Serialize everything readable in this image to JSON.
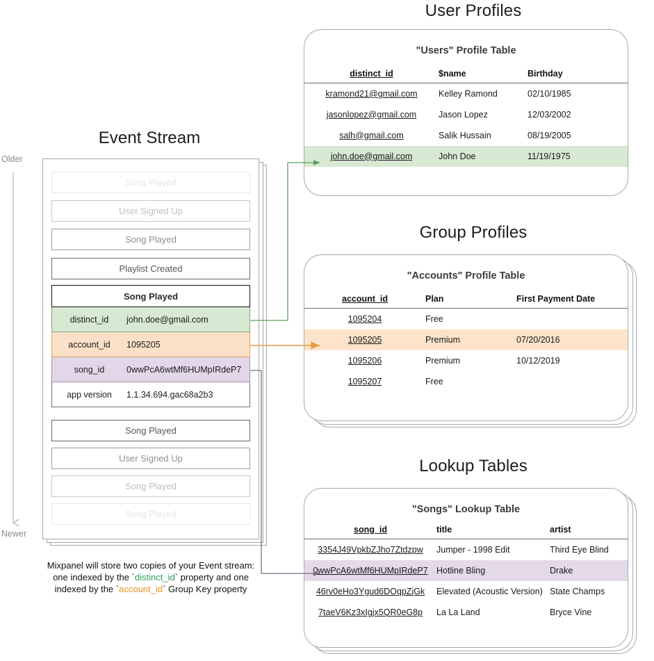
{
  "sections": {
    "user_profiles_title": "User Profiles",
    "group_profiles_title": "Group Profiles",
    "lookup_tables_title": "Lookup Tables",
    "event_stream_title": "Event Stream"
  },
  "axis": {
    "older": "Older",
    "newer": "Newer"
  },
  "caption": {
    "line1": "Mixpanel will store two copies of your Event stream:",
    "line2_a": "one indexed by the `",
    "line2_token": "distinct_id",
    "line2_b": "` property and one",
    "line3_a": "indexed by the `",
    "line3_token": "account_id",
    "line3_b": "` Group Key property"
  },
  "event_stream": {
    "events_before": [
      {
        "label": "Song Played",
        "fade": "o12"
      },
      {
        "label": "User Signed Up",
        "fade": "o30"
      },
      {
        "label": "Song Played",
        "fade": "o55"
      },
      {
        "label": "Playlist Created",
        "fade": "o85"
      }
    ],
    "expanded": {
      "title": "Song Played",
      "properties": [
        {
          "key": "distinct_id",
          "value": "john.doe@gmail.com",
          "highlight": "green"
        },
        {
          "key": "account_id",
          "value": "1095205",
          "highlight": "orange"
        },
        {
          "key": "song_id",
          "value": "0wwPcA6wtMf6HUMpIRdeP7",
          "highlight": "purple"
        },
        {
          "key": "app version",
          "value": "1.1.34.694.gac68a2b3",
          "highlight": "none"
        }
      ]
    },
    "events_after": [
      {
        "label": "Song Played",
        "fade": "o85"
      },
      {
        "label": "User Signed Up",
        "fade": "o55"
      },
      {
        "label": "Song Played",
        "fade": "o30"
      },
      {
        "label": "Song Played",
        "fade": "o12"
      }
    ]
  },
  "users_table": {
    "title": "\"Users\" Profile Table",
    "columns": [
      "distinct_id",
      "$name",
      "Birthday"
    ],
    "rows": [
      {
        "distinct_id": "kramond21@gmail.com",
        "name": "Kelley Ramond",
        "birthday": "02/10/1985",
        "highlight": false
      },
      {
        "distinct_id": "jasonlopez@gmail.com",
        "name": "Jason Lopez",
        "birthday": "12/03/2002",
        "highlight": false
      },
      {
        "distinct_id": "salh@gmail.com",
        "name": "Salik Hussain",
        "birthday": "08/19/2005",
        "highlight": false
      },
      {
        "distinct_id": "john.doe@gmail.com",
        "name": "John Doe",
        "birthday": "11/19/1975",
        "highlight": true
      }
    ]
  },
  "accounts_table": {
    "title": "\"Accounts\" Profile Table",
    "columns": [
      "account_id",
      "Plan",
      "First Payment Date"
    ],
    "rows": [
      {
        "account_id": "1095204",
        "plan": "Free",
        "first_payment": "",
        "highlight": false
      },
      {
        "account_id": "1095205",
        "plan": "Premium",
        "first_payment": "07/20/2016",
        "highlight": true
      },
      {
        "account_id": "1095206",
        "plan": "Premium",
        "first_payment": "10/12/2019",
        "highlight": false
      },
      {
        "account_id": "1095207",
        "plan": "Free",
        "first_payment": "",
        "highlight": false
      }
    ]
  },
  "songs_table": {
    "title": "\"Songs\" Lookup Table",
    "columns": [
      "song_id",
      "title",
      "artist"
    ],
    "rows": [
      {
        "song_id": "3354J49VpkbZJho7Ztdzpw",
        "title": "Jumper - 1998 Edit",
        "artist": "Third Eye Blind",
        "highlight": false
      },
      {
        "song_id": "0wwPcA6wtMf6HUMpIRdeP7",
        "title": "Hotline Bling",
        "artist": "Drake",
        "highlight": true
      },
      {
        "song_id": "46rv0eHo3Ygud6DOqpZjGk",
        "title": "Elevated (Acoustic Version)",
        "artist": "State Champs",
        "highlight": false
      },
      {
        "song_id": "7taeV6Kz3xIgjx5QR0eG8p",
        "title": "La La Land",
        "artist": "Bryce Vine",
        "highlight": false
      }
    ]
  },
  "colors": {
    "green_highlight": "#d7e8d3",
    "orange_highlight": "#fde3c9",
    "purple_highlight": "#e4d9e8",
    "green_connector": "#5aa05a",
    "orange_connector": "#e0a052",
    "purple_connector": "#7d6b86",
    "panel_border": "#a9a9a9"
  }
}
